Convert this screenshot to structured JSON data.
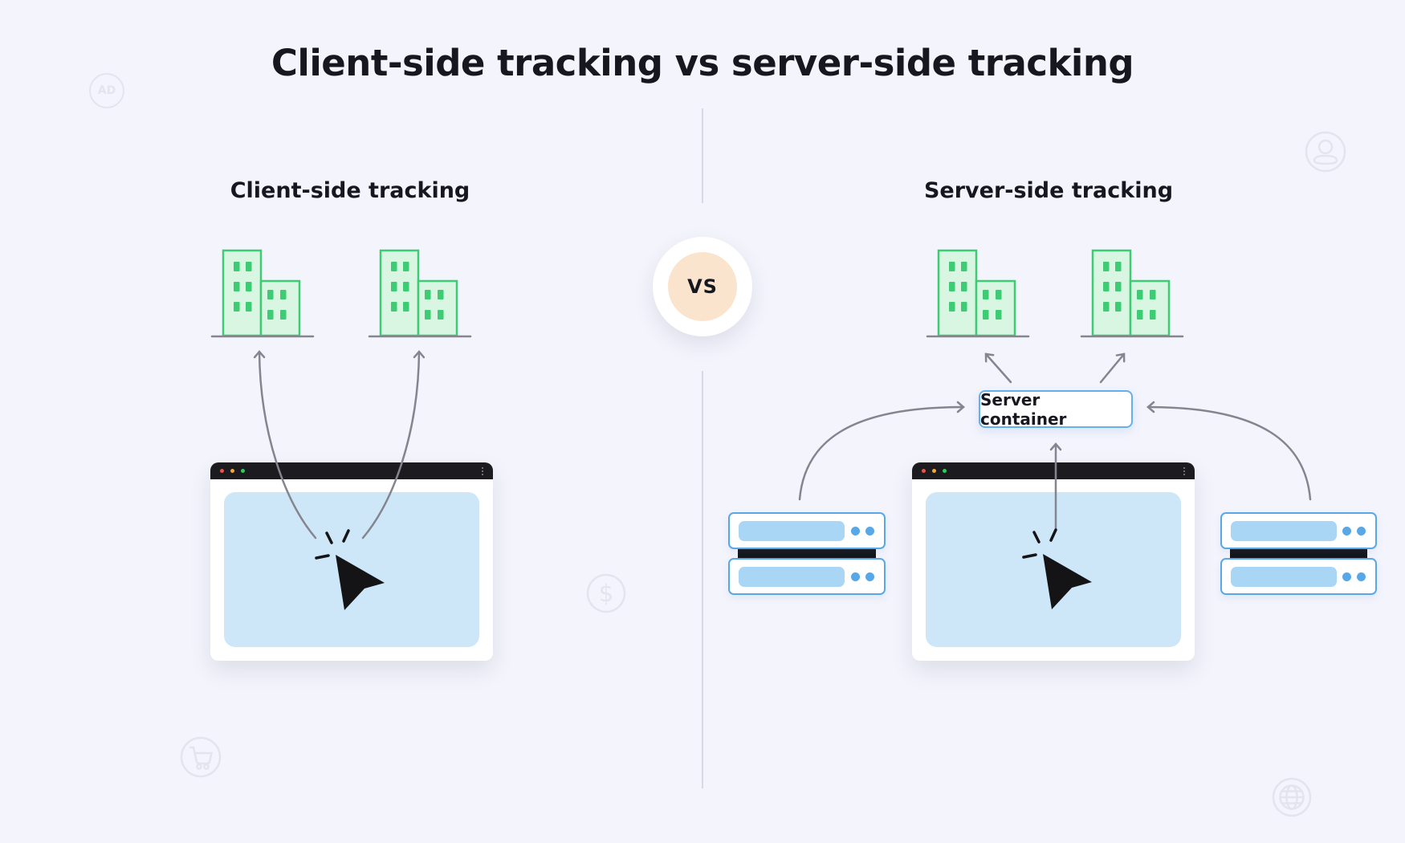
{
  "title": "Client-side tracking vs server-side tracking",
  "vs_badge": {
    "label": "VS"
  },
  "left_panel": {
    "heading": "Client-side tracking"
  },
  "right_panel": {
    "heading": "Server-side tracking",
    "server_container_label": "Server container"
  },
  "decorations": {
    "ad_label": "AD"
  },
  "icons": {
    "decorative": [
      "ad-badge-icon",
      "user-icon",
      "dollar-icon",
      "cart-icon",
      "globe-icon"
    ],
    "browser_titlebar": [
      "traffic-light-red-icon",
      "traffic-light-orange-icon",
      "traffic-light-green-icon",
      "kebab-menu-icon"
    ],
    "diagram": [
      "building-icon",
      "click-cursor-icon",
      "server-rack-icon",
      "arrow"
    ]
  },
  "colors": {
    "background": "#f4f4fc",
    "heading": "#17171f",
    "green_stroke": "#3dcc73",
    "green_fill": "#d9f6e3",
    "arrow_gray": "#85858f",
    "divider": "#d9d9e6",
    "browser_bar": "#1b1b20",
    "dot_red": "#e8544a",
    "dot_orange": "#f5a733",
    "dot_green": "#2ecc5e",
    "panel_blue": "#cde7f9",
    "rack_blue": "#58a8e8",
    "rack_bar_blue": "#aad6f6",
    "container_border": "#64b0ee",
    "vs_fill": "#fbe4cd",
    "decoration_gray": "#e4e4ef",
    "cursor_black": "#141416",
    "white": "#ffffff"
  }
}
